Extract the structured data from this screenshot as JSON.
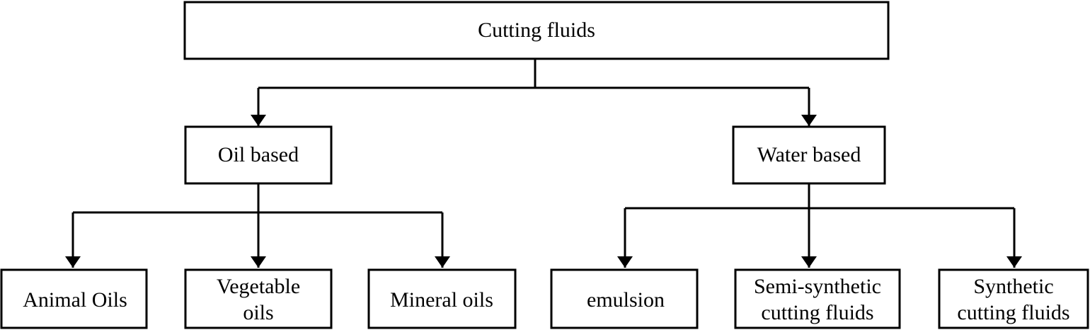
{
  "diagram": {
    "colors": {
      "stroke": "#000000",
      "background": "#ffffff",
      "text": "#000000"
    },
    "root": {
      "label": "Cutting fluids"
    },
    "categories": [
      {
        "label": "Oil based",
        "children": [
          {
            "lines": [
              "Animal Oils"
            ]
          },
          {
            "lines": [
              "Vegetable",
              "oils"
            ]
          },
          {
            "lines": [
              "Mineral oils"
            ]
          }
        ]
      },
      {
        "label": "Water based",
        "children": [
          {
            "lines": [
              "emulsion"
            ]
          },
          {
            "lines": [
              "Semi-synthetic",
              "cutting fluids"
            ]
          },
          {
            "lines": [
              "Synthetic",
              "cutting fluids"
            ]
          }
        ]
      }
    ]
  }
}
